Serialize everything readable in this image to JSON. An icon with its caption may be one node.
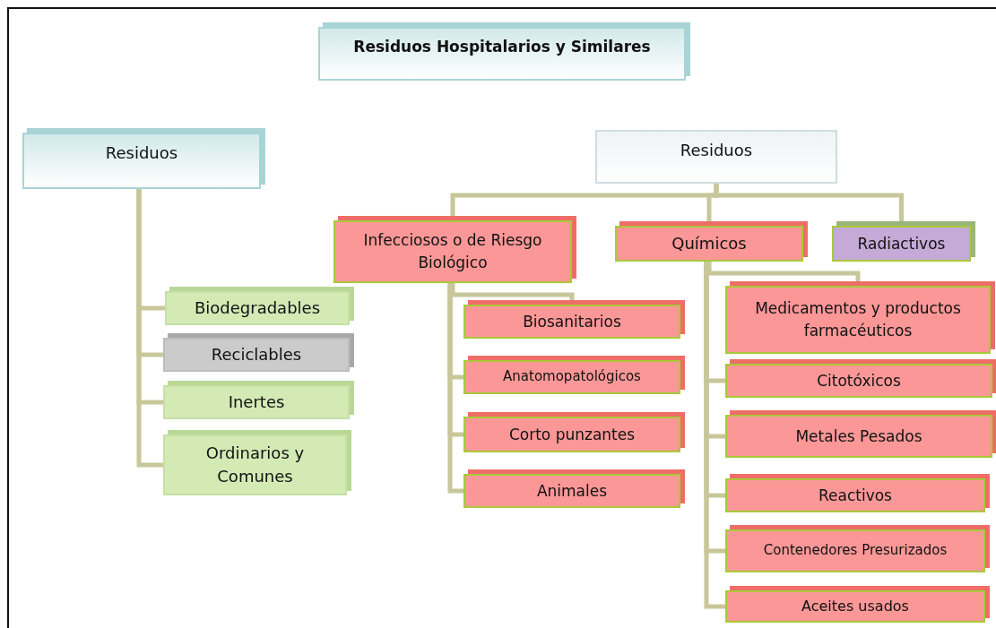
{
  "diagram": {
    "nodes": [
      {
        "text": [
          "Residuos Hospitalarios y Similares"
        ]
      },
      {
        "text": [
          "Residuos"
        ]
      },
      {
        "text": [
          "Biodegradables"
        ]
      },
      {
        "text": [
          "Reciclables"
        ]
      },
      {
        "text": [
          "Inertes"
        ]
      },
      {
        "text": [
          "Ordinarios y Comunes"
        ]
      },
      {
        "text": [
          "Residuos"
        ]
      },
      {
        "text": [
          "Infecciosos o de Riesgo Biológico"
        ]
      },
      {
        "text": [
          "Químicos"
        ]
      },
      {
        "text": [
          "Radiactivos"
        ]
      },
      {
        "text": [
          "Biosanitarios"
        ]
      },
      {
        "text": [
          "Anatomopatológicos"
        ]
      },
      {
        "text": [
          "Corto punzantes"
        ]
      },
      {
        "text": [
          "Animales"
        ]
      },
      {
        "text": [
          "Medicamentos y productos farmacéuticos"
        ]
      },
      {
        "text": [
          "Citotóxicos"
        ]
      },
      {
        "text": [
          "Metales Pesados"
        ]
      },
      {
        "text": [
          "Reactivos"
        ]
      },
      {
        "text": [
          "Contenedores Presurizados"
        ]
      },
      {
        "text": [
          "Aceites usados"
        ]
      }
    ],
    "edges": [
      {
        "from": 1,
        "to": 2,
        "arrow": "none"
      },
      {
        "from": 1,
        "to": 3,
        "arrow": "none"
      },
      {
        "from": 1,
        "to": 4,
        "arrow": "none"
      },
      {
        "from": 1,
        "to": 5,
        "arrow": "none"
      },
      {
        "from": 6,
        "to": 7,
        "arrow": "none"
      },
      {
        "from": 6,
        "to": 8,
        "arrow": "none"
      },
      {
        "from": 6,
        "to": 9,
        "arrow": "none"
      },
      {
        "from": 7,
        "to": 10,
        "arrow": "none"
      },
      {
        "from": 7,
        "to": 11,
        "arrow": "none"
      },
      {
        "from": 7,
        "to": 12,
        "arrow": "none"
      },
      {
        "from": 7,
        "to": 13,
        "arrow": "none"
      },
      {
        "from": 8,
        "to": 14,
        "arrow": "none"
      },
      {
        "from": 8,
        "to": 15,
        "arrow": "none"
      },
      {
        "from": 8,
        "to": 16,
        "arrow": "none"
      },
      {
        "from": 8,
        "to": 17,
        "arrow": "none"
      },
      {
        "from": 8,
        "to": 18,
        "arrow": "none"
      },
      {
        "from": 8,
        "to": 19,
        "arrow": "none"
      }
    ]
  }
}
